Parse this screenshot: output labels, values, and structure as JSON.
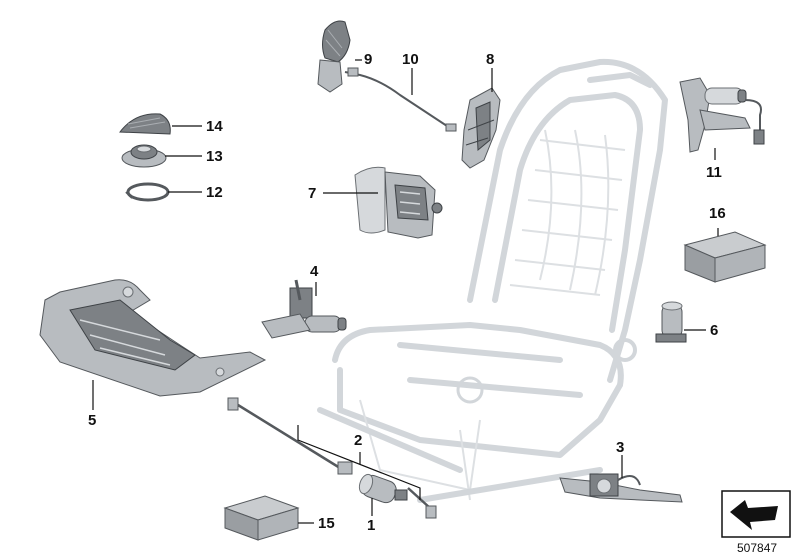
{
  "diagram": {
    "parts": [
      {
        "id": "1",
        "name": "seat-height-motor-part"
      },
      {
        "id": "2",
        "name": "drive-shaft-set-part"
      },
      {
        "id": "3",
        "name": "seat-adjuster-gear-part"
      },
      {
        "id": "4",
        "name": "seat-depth-motor-part"
      },
      {
        "id": "5",
        "name": "seat-pan-frame-part"
      },
      {
        "id": "6",
        "name": "backrest-motor-part"
      },
      {
        "id": "7",
        "name": "recliner-mechanism-part"
      },
      {
        "id": "8",
        "name": "lumbar-actuator-part"
      },
      {
        "id": "9",
        "name": "switch-cover-part"
      },
      {
        "id": "10",
        "name": "bowden-cable-part"
      },
      {
        "id": "11",
        "name": "headrest-drive-part"
      },
      {
        "id": "12",
        "name": "clip-ring-part"
      },
      {
        "id": "13",
        "name": "speaker-part"
      },
      {
        "id": "14",
        "name": "speaker-grille-part"
      },
      {
        "id": "15",
        "name": "repair-kit-box-part"
      },
      {
        "id": "16",
        "name": "repair-kit-box-part"
      }
    ],
    "labels": {
      "n1": "1",
      "n2": "2",
      "n3": "3",
      "n4": "4",
      "n5": "5",
      "n6": "6",
      "n7": "7",
      "n8": "8",
      "n9": "9",
      "n10": "10",
      "n11": "11",
      "n12": "12",
      "n13": "13",
      "n14": "14",
      "n15": "15",
      "n16": "16"
    },
    "reference_number": "507847",
    "icon": "direction-arrow-icon"
  }
}
